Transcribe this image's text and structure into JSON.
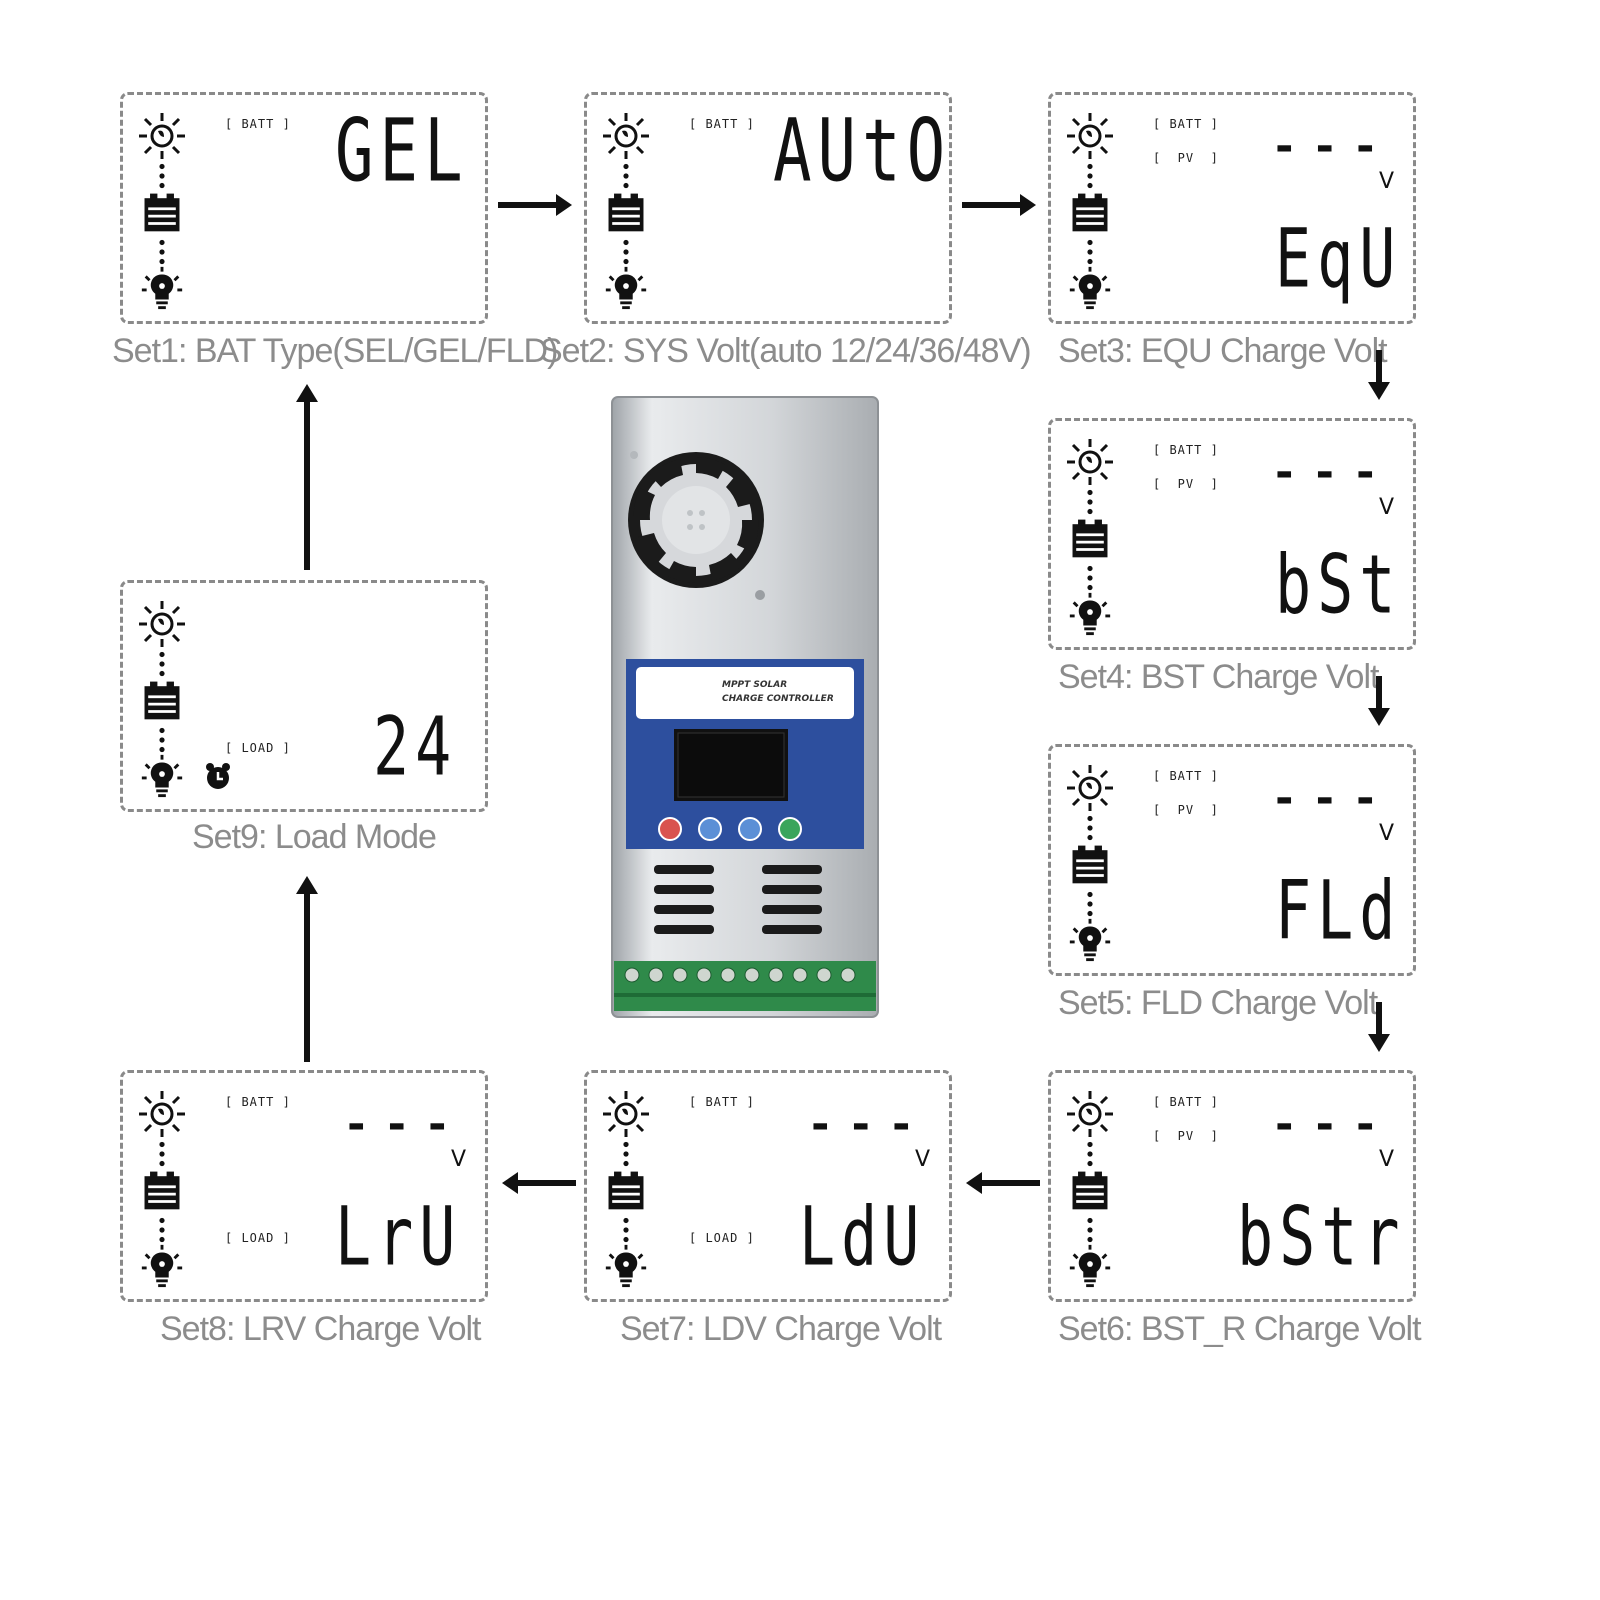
{
  "panels": [
    {
      "id": "set1",
      "caption": "Set1: BAT Type(SEL/GEL/FLD)",
      "tags": [
        "[ BATT ]"
      ],
      "top_value": "GEL",
      "bottom_value": "",
      "unit": "",
      "dashes": ""
    },
    {
      "id": "set2",
      "caption": "Set2: SYS Volt(auto  12/24/36/48V)",
      "tags": [
        "[ BATT ]"
      ],
      "top_value": "AUtO",
      "bottom_value": "",
      "unit": "",
      "dashes": ""
    },
    {
      "id": "set3",
      "caption": "Set3: EQU Charge Volt",
      "tags": [
        "[ BATT ]",
        "[  PV  ]"
      ],
      "dashes": "---",
      "unit": "V",
      "bottom_value": "EqU"
    },
    {
      "id": "set4",
      "caption": "Set4: BST Charge Volt",
      "tags": [
        "[ BATT ]",
        "[  PV  ]"
      ],
      "dashes": "---",
      "unit": "V",
      "bottom_value": "bSt"
    },
    {
      "id": "set5",
      "caption": "Set5: FLD Charge Volt",
      "tags": [
        "[ BATT ]",
        "[  PV  ]"
      ],
      "dashes": "---",
      "unit": "V",
      "bottom_value": "FLd"
    },
    {
      "id": "set6",
      "caption": "Set6: BST_R Charge Volt",
      "tags": [
        "[ BATT ]",
        "[  PV  ]"
      ],
      "dashes": "---",
      "unit": "V",
      "bottom_value": "bStr"
    },
    {
      "id": "set7",
      "caption": "Set7: LDV Charge Volt",
      "tags": [
        "[ BATT ]",
        "[ LOAD ]"
      ],
      "dashes": "---",
      "unit": "V",
      "bottom_value": "LdU"
    },
    {
      "id": "set8",
      "caption": "Set8: LRV Charge Volt",
      "tags": [
        "[ BATT ]",
        "[ LOAD ]"
      ],
      "dashes": "---",
      "unit": "V",
      "bottom_value": "LrU"
    },
    {
      "id": "set9",
      "caption": "Set9: Load Mode",
      "tags": [
        "[ LOAD ]"
      ],
      "bottom_value": "24",
      "dashes": "",
      "unit": ""
    }
  ],
  "device": {
    "label_line1": "MPPT SOLAR",
    "label_line2": "CHARGE CONTROLLER",
    "body_color": "#d9dcdf",
    "panel_color": "#2d4f9e",
    "button_colors": [
      "#d9534f",
      "#5b8fd6",
      "#5b8fd6",
      "#3aa55c"
    ]
  },
  "icons": [
    "sun-icon",
    "battery-icon",
    "bulb-icon"
  ]
}
